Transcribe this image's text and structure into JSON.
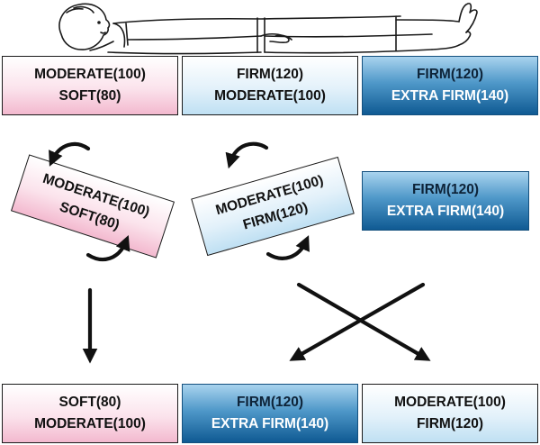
{
  "row_top": [
    {
      "line1": "MODERATE(100)",
      "line2": "SOFT(80)",
      "style": "pink"
    },
    {
      "line1": "FIRM(120)",
      "line2": "MODERATE(100)",
      "style": "light"
    },
    {
      "line1": "FIRM(120)",
      "line2": "EXTRA FIRM(140)",
      "style": "dark"
    }
  ],
  "row_middle": [
    {
      "line1": "MODERATE(100)",
      "line2": "SOFT(80)",
      "style": "pink"
    },
    {
      "line1": "MODERATE(100)",
      "line2": "FIRM(120)",
      "style": "light"
    },
    {
      "line1": "FIRM(120)",
      "line2": "EXTRA FIRM(140)",
      "style": "dark"
    }
  ],
  "row_bottom": [
    {
      "line1": "SOFT(80)",
      "line2": "MODERATE(100)",
      "style": "pink"
    },
    {
      "line1": "FIRM(120)",
      "line2": "EXTRA FIRM(140)",
      "style": "dark"
    },
    {
      "line1": "MODERATE(100)",
      "line2": "FIRM(120)",
      "style": "light"
    }
  ],
  "icons": {
    "figure": "reclining-person-icon",
    "rotate": "rotate-arrow-icon",
    "down": "arrow-down-icon",
    "cross": "crossing-arrows-icon"
  },
  "colors": {
    "pink": "#f3b9cf",
    "light_blue": "#bfe0f3",
    "dark_blue": "#0f5a93",
    "outline": "#1a1a1a"
  }
}
